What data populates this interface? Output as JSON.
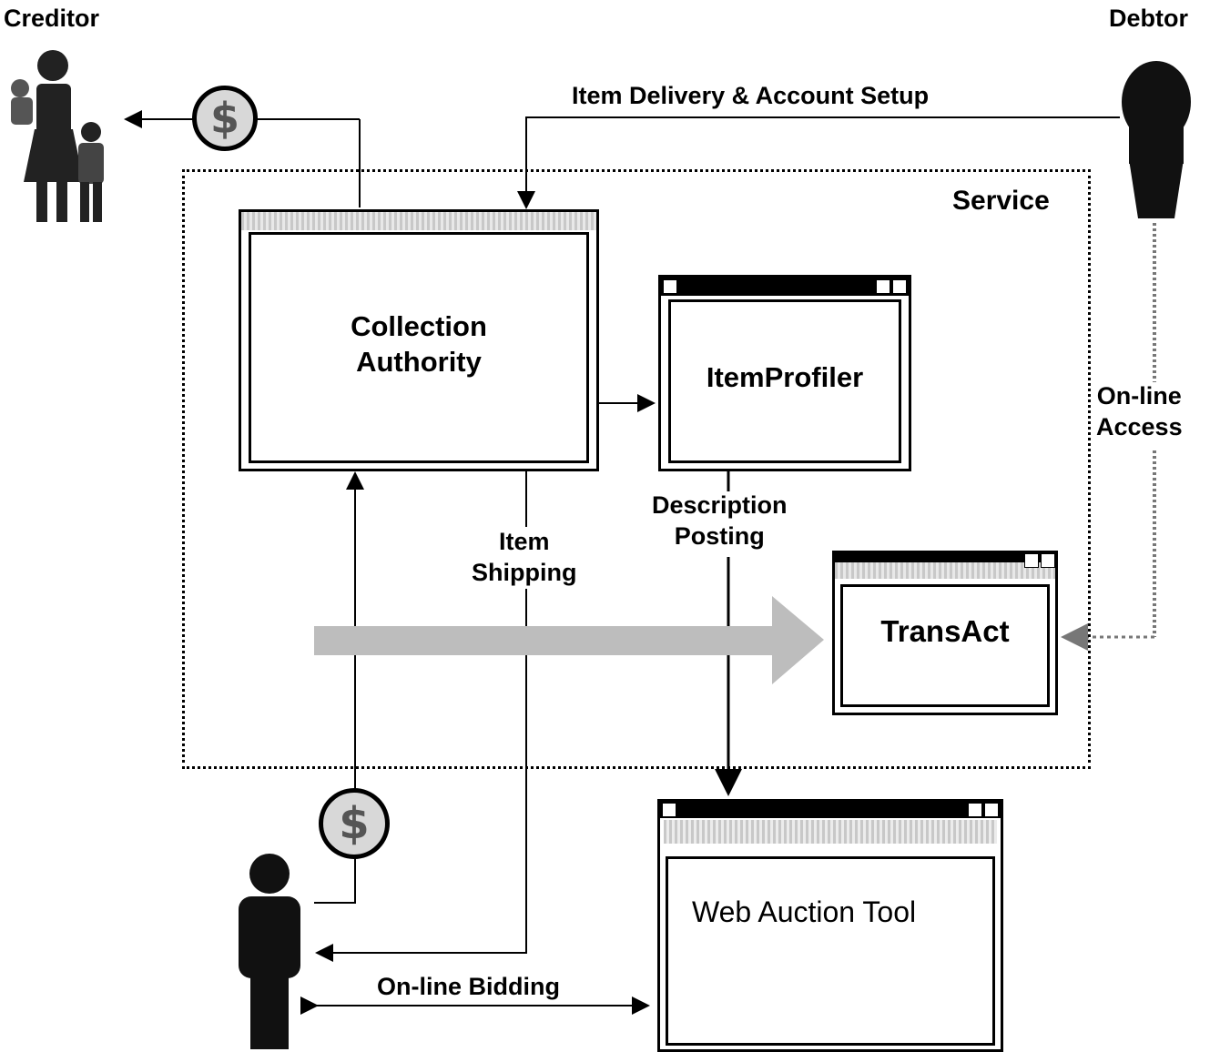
{
  "actors": {
    "creditor": "Creditor",
    "debtor": "Debtor"
  },
  "service_label": "Service",
  "components": {
    "collection_authority": "Collection\nAuthority",
    "item_profiler": "ItemProfiler",
    "transact": "TransAct",
    "web_auction_tool": "Web Auction Tool"
  },
  "flows": {
    "item_delivery": "Item Delivery & Account Setup",
    "online_access": "On-line\nAccess",
    "description_posting": "Description\nPosting",
    "item_shipping": "Item\nShipping",
    "online_bidding": "On-line Bidding"
  },
  "icons": {
    "payment": "$"
  }
}
